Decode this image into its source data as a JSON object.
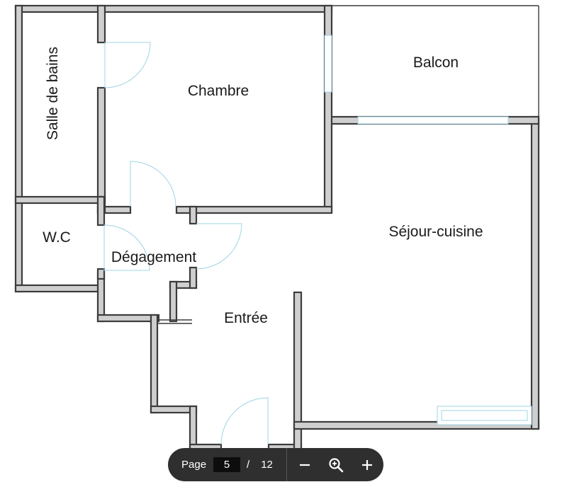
{
  "rooms": {
    "salle_de_bains": "Salle de bains",
    "chambre": "Chambre",
    "balcon": "Balcon",
    "wc": "W.C",
    "degagement": "Dégagement",
    "sejour": "Séjour-cuisine",
    "entree": "Entrée"
  },
  "toolbar": {
    "page_label": "Page",
    "current_page": "5",
    "separator": "/",
    "total_pages": "12",
    "zoom_out_icon": "minus-icon",
    "zoom_icon": "zoom-in-magnifier-icon",
    "zoom_in_icon": "plus-icon"
  },
  "colors": {
    "wall_fill": "#cfcfcf",
    "wall_stroke": "#3c3c3c",
    "door_line": "#9fd4e4",
    "toolbar_bg": "#2f2f2f"
  }
}
